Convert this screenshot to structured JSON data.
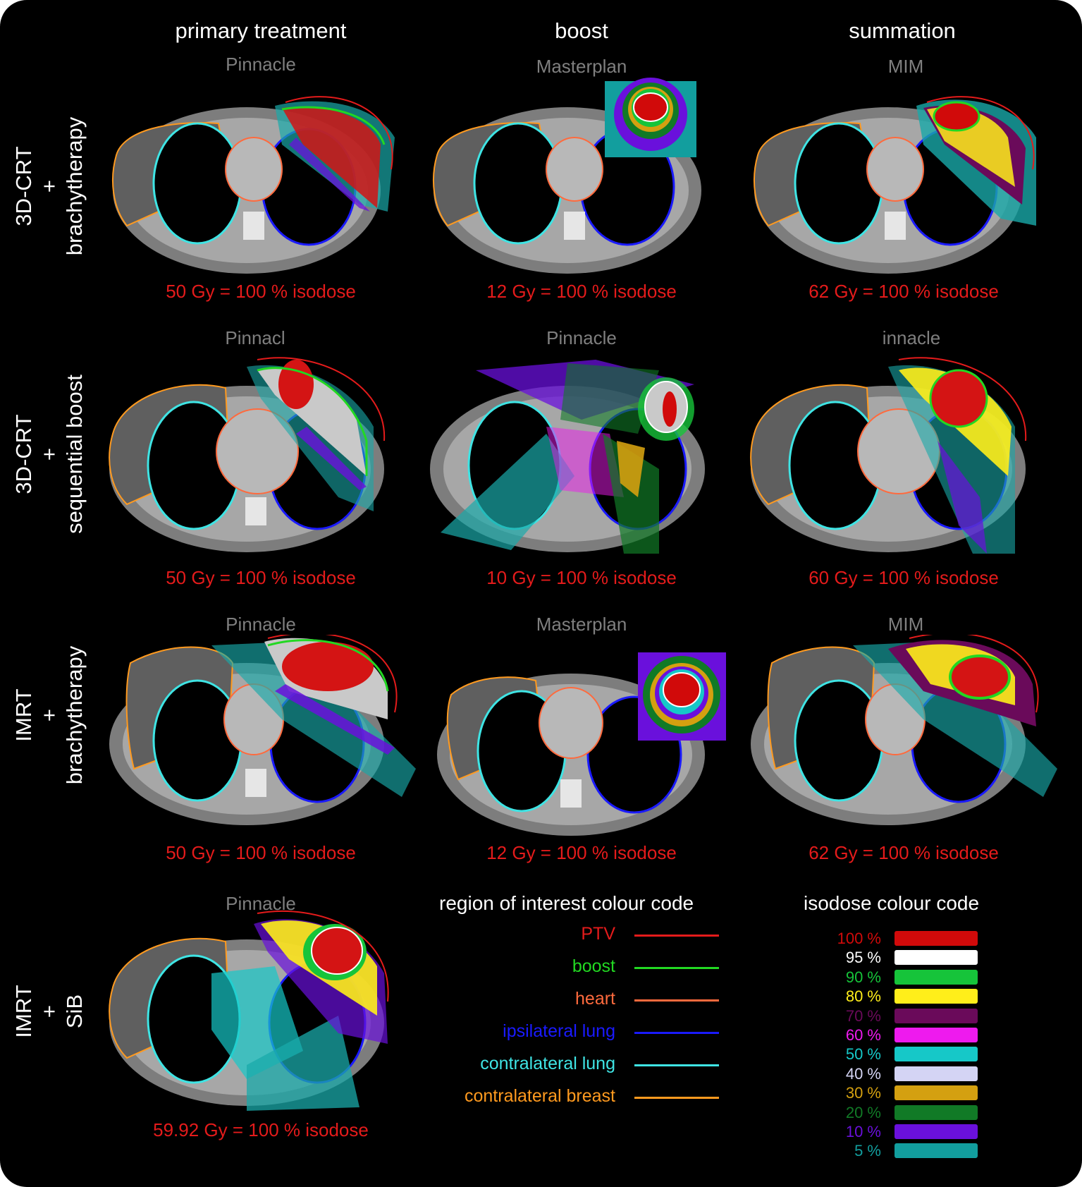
{
  "columns": [
    "primary treatment",
    "boost",
    "summation"
  ],
  "rows": [
    {
      "label_lines": [
        "3D-CRT",
        "+",
        "brachytherapy"
      ],
      "software": [
        "Pinnacle",
        "Masterplan",
        "MIM"
      ],
      "doses": [
        "50 Gy = 100 % isodose",
        "12 Gy = 100 % isodose",
        "62 Gy = 100 % isodose"
      ]
    },
    {
      "label_lines": [
        "3D-CRT",
        "+",
        "sequential boost"
      ],
      "software": [
        "Pinnacl",
        "Pinnacle",
        "innacle"
      ],
      "doses": [
        "50 Gy = 100 % isodose",
        "10 Gy = 100 % isodose",
        "60 Gy = 100 % isodose"
      ]
    },
    {
      "label_lines": [
        "IMRT",
        "+",
        "brachytherapy"
      ],
      "software": [
        "Pinnacle",
        "Masterplan",
        "MIM"
      ],
      "doses": [
        "50 Gy = 100 % isodose",
        "12 Gy = 100 % isodose",
        "62 Gy = 100 % isodose"
      ]
    },
    {
      "label_lines": [
        "IMRT",
        "+",
        "SiB"
      ],
      "software": [
        "Pinnacle"
      ],
      "doses": [
        "59.92 Gy = 100 % isodose"
      ]
    }
  ],
  "roi_legend": {
    "title": "region of interest colour code",
    "items": [
      {
        "label": "PTV",
        "color": "#e41b1b"
      },
      {
        "label": "boost",
        "color": "#22d822"
      },
      {
        "label": "heart",
        "color": "#ff6a3d"
      },
      {
        "label": "ipsilateral lung",
        "color": "#1a1aff"
      },
      {
        "label": "contralateral lung",
        "color": "#3fe4e4"
      },
      {
        "label": "contralateral breast",
        "color": "#ff9a1f"
      }
    ]
  },
  "isodose_legend": {
    "title": "isodose colour code",
    "items": [
      {
        "label": "100 %",
        "color": "#d10a0a"
      },
      {
        "label": "95 %",
        "color": "#ffffff"
      },
      {
        "label": "90 %",
        "color": "#16c43a"
      },
      {
        "label": "80 %",
        "color": "#ffee1a"
      },
      {
        "label": "70 %",
        "color": "#6a0a5a"
      },
      {
        "label": "60 %",
        "color": "#ee1aee"
      },
      {
        "label": "50 %",
        "color": "#16c8c8"
      },
      {
        "label": "40 %",
        "color": "#d4d4f4"
      },
      {
        "label": "30 %",
        "color": "#d4a010"
      },
      {
        "label": "20 %",
        "color": "#117a26"
      },
      {
        "label": "10 %",
        "color": "#6a10dc"
      },
      {
        "label": "5 %",
        "color": "#129e9e"
      }
    ]
  }
}
